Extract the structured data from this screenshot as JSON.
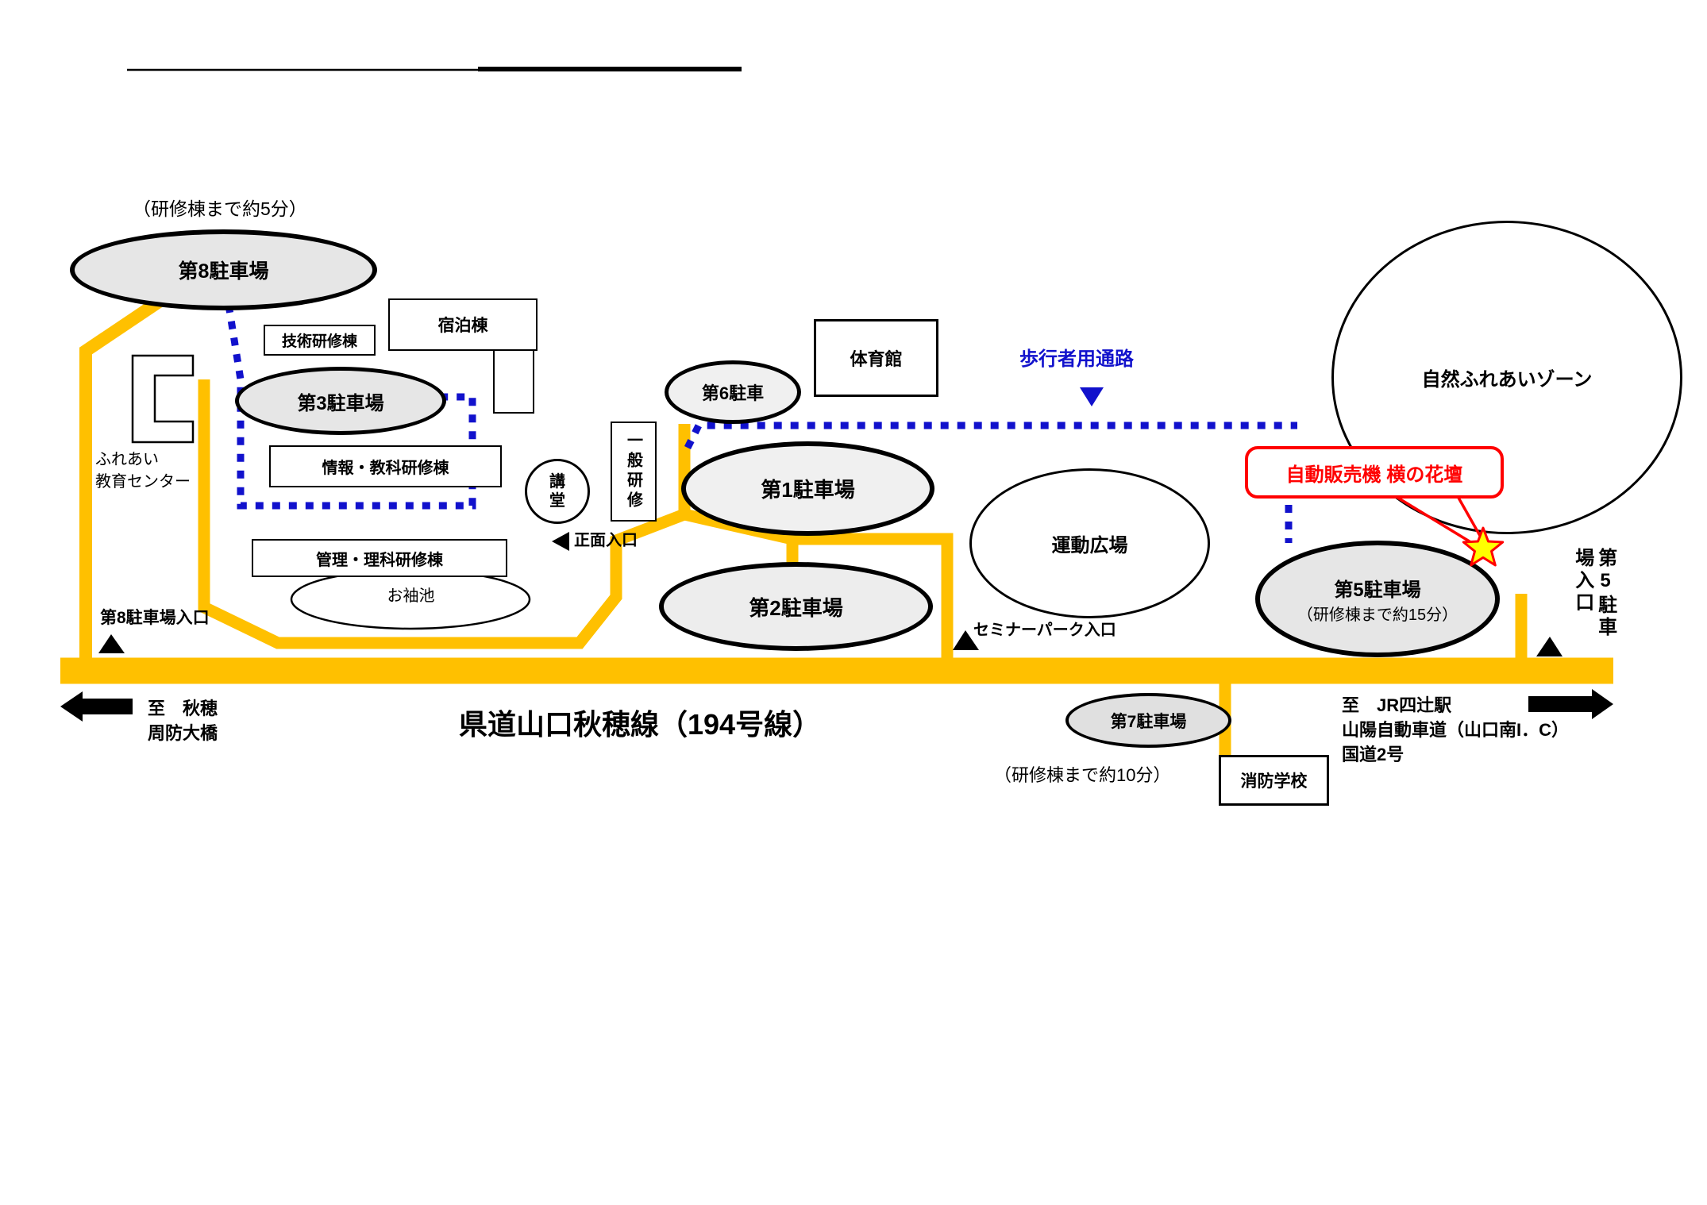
{
  "labels": {
    "note_5min": "（研修棟まで約5分）",
    "lot8": "第8駐車場",
    "tech_bldg": "技術研修棟",
    "lodge": "宿泊棟",
    "lot3": "第3駐車場",
    "fureai_center": "ふれあい\n教育センター",
    "info_bldg": "情報・教科研修棟",
    "kodo": "講\n堂",
    "ippan": "一般研修",
    "kanri_bldg": "管理・理科研修棟",
    "pond": "お袖池",
    "main_entrance": "正面入口",
    "lot8_entrance": "第8駐車場入口",
    "lot6": "第6駐車",
    "gym": "体育館",
    "walkway": "歩行者用通路",
    "lot1": "第1駐車場",
    "lot2": "第2駐車場",
    "sports_field": "運動広場",
    "nature_zone": "自然ふれあいゾーン",
    "vending_callout": "自動販売機 横の花壇",
    "lot5": "第5駐車場",
    "lot5_note": "（研修棟まで約15分）",
    "lot5_entrance_vertical": "第5駐車\n場入口",
    "seminar_entrance": "セミナーパーク入口",
    "road_name": "県道山口秋穂線（194号線）",
    "dest_west": "至　秋穂\n周防大橋",
    "dest_east": "至　JR四辻駅\n山陽自動車道（山口南I．C）\n国道2号",
    "lot7": "第7駐車場",
    "note_10min": "（研修棟まで約10分）",
    "fire_school": "消防学校"
  },
  "colors": {
    "road_yellow": "#FFC000",
    "walkway_blue": "#1111CC",
    "highlight_red": "#FF0000",
    "star_yellow": "#FFFF00",
    "parking_gray": "#E6E6E6"
  }
}
